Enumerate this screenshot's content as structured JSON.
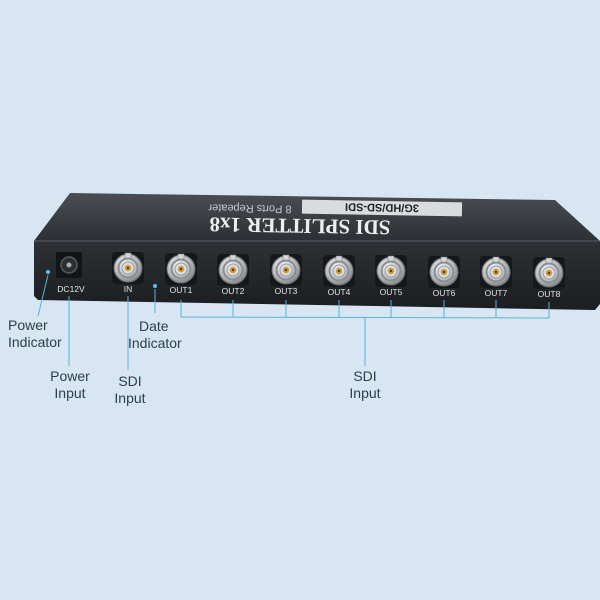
{
  "device": {
    "top_label": "SDI SPLITTER 1x8",
    "badge_label": "3G/HD/SD-SDI",
    "subtitle": "8 Ports Repeater",
    "power_port_label": "DC12V",
    "input_port_label": "IN",
    "output_ports": [
      "OUT1",
      "OUT2",
      "OUT3",
      "OUT4",
      "OUT5",
      "OUT6",
      "OUT7",
      "OUT8"
    ]
  },
  "callouts": {
    "power_indicator": [
      "Power",
      "Indicator"
    ],
    "power_input": [
      "Power",
      "Input"
    ],
    "sdi_input": [
      "SDI",
      "Input"
    ],
    "date_indicator": [
      "Date",
      "Indicator"
    ],
    "sdi_output": [
      "SDI",
      "Input"
    ]
  },
  "colors": {
    "background": "#d7e6f2",
    "leader_line": "#56b4d8",
    "device_body": "#24272b"
  }
}
